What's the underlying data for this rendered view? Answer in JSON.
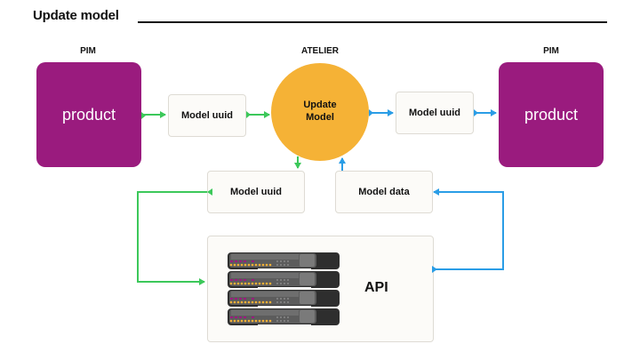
{
  "title": "Update model",
  "labels": {
    "pim_left": "PIM",
    "atelier": "ATELIER",
    "pim_right": "PIM"
  },
  "nodes": {
    "product_left": "product",
    "model_uuid_top_left": "Model uuid",
    "update_model": "Update\nModel",
    "update_model_line1": "Update",
    "update_model_line2": "Model",
    "model_uuid_top_right": "Model uuid",
    "product_right": "product",
    "model_uuid_bottom": "Model uuid",
    "model_data_bottom": "Model data",
    "api": "API"
  },
  "icons": {
    "api_servers": "server-rack-icon"
  },
  "colors": {
    "pim": "#9a1b7e",
    "atelier": "#f5b236",
    "request_flow": "#3cc85a",
    "response_flow": "#2a9de6",
    "box_bg": "#fcfbf8"
  }
}
